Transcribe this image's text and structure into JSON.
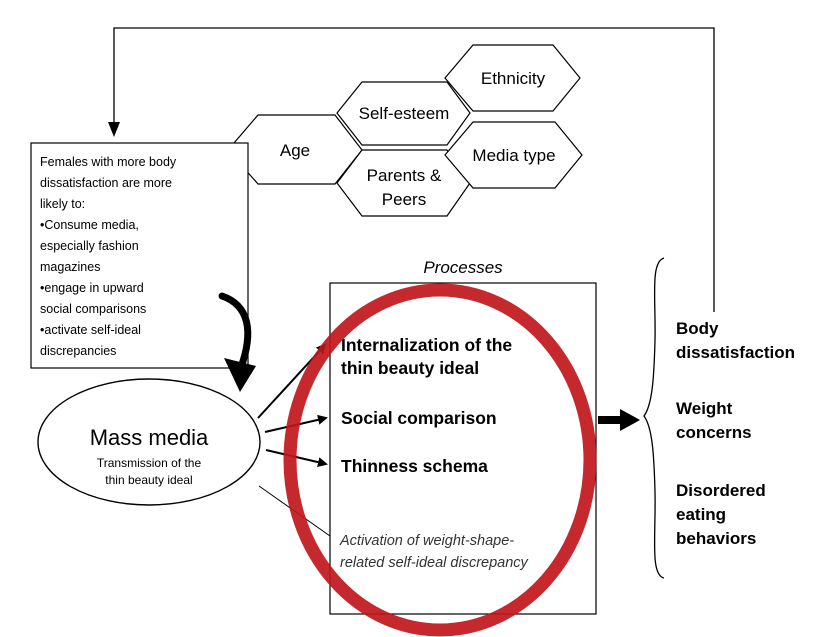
{
  "moderators": [
    {
      "id": "age",
      "label": [
        "Age"
      ]
    },
    {
      "id": "self-esteem",
      "label": [
        "Self-esteem"
      ]
    },
    {
      "id": "ethnicity",
      "label": [
        "Ethnicity"
      ]
    },
    {
      "id": "parents-peers",
      "label": [
        "Parents &",
        "Peers"
      ]
    },
    {
      "id": "media-type",
      "label": [
        "Media type"
      ]
    }
  ],
  "selection_box": {
    "lines": [
      "Females with more body",
      "dissatisfaction are more",
      "likely to:",
      "•Consume media,",
      "especially fashion",
      "magazines",
      "•engage in upward",
      "social comparisons",
      "•activate self-ideal",
      "discrepancies"
    ]
  },
  "mass_media": {
    "title": "Mass media",
    "subtitle": [
      "Transmission of the",
      "thin beauty ideal"
    ]
  },
  "processes": {
    "heading": "Processes",
    "items": [
      [
        "Internalization of the",
        "thin beauty ideal"
      ],
      [
        "Social comparison"
      ],
      [
        "Thinness schema"
      ]
    ],
    "italic_item": [
      "Activation of weight-shape-",
      "related self-ideal discrepancy"
    ]
  },
  "outcomes": [
    [
      "Body",
      "dissatisfaction"
    ],
    [
      "Weight",
      "concerns"
    ],
    [
      "Disordered",
      "eating",
      "behaviors"
    ]
  ],
  "colors": {
    "highlight_ring": "#c0161b",
    "stroke": "#000000"
  }
}
